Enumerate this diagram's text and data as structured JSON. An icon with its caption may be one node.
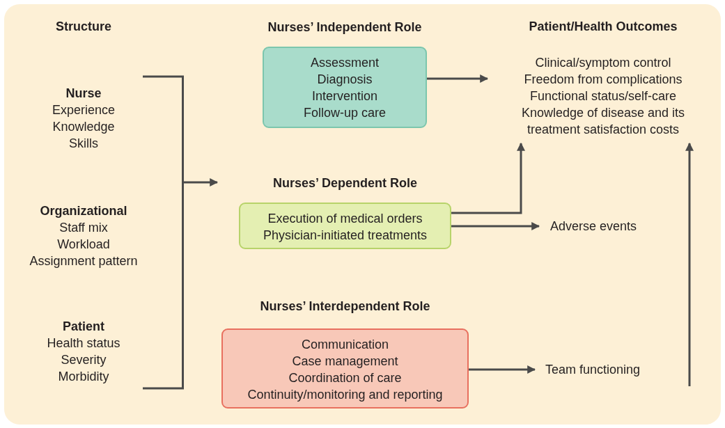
{
  "diagram": {
    "nodes": [
      {
        "text": [
          "Structure"
        ]
      },
      {
        "text": [
          "Nurse",
          "Experience",
          "Knowledge",
          "Skills"
        ],
        "in": 0
      },
      {
        "text": [
          "Organizational",
          "Staff mix",
          "Workload",
          "Assignment pattern"
        ],
        "in": 0
      },
      {
        "text": [
          "Patient",
          "Health status",
          "Severity",
          "Morbidity"
        ],
        "in": 0
      },
      {
        "text": [
          "Nurses’ Independent Role",
          "Assessment",
          "Diagnosis",
          "Intervention",
          "Follow-up care"
        ]
      },
      {
        "text": [
          "Nurses’ Dependent Role",
          "Execution of medical orders",
          "Physician-initiated treatments"
        ]
      },
      {
        "text": [
          "Nurses’ Interdependent Role",
          "Communication",
          "Case management",
          "Coordination of care",
          "Continuity/monitoring and reporting"
        ]
      },
      {
        "text": [
          "Patient/Health Outcomes",
          "Clinical/symptom control",
          "Freedom from complications",
          "Functional status/self-care",
          "Knowledge of disease and its treatment satisfaction costs"
        ]
      },
      {
        "text": [
          "Adverse events"
        ]
      },
      {
        "text": [
          "Team functioning"
        ]
      }
    ],
    "edges": [
      {
        "from": 0,
        "to": null,
        "arrow": "to"
      },
      {
        "from": 4,
        "to": 7,
        "arrow": "to"
      },
      {
        "from": 5,
        "to": 7,
        "arrow": "to"
      },
      {
        "from": 5,
        "to": 8,
        "arrow": "to"
      },
      {
        "from": 6,
        "to": 9,
        "arrow": "to"
      },
      {
        "from": 9,
        "to": 7,
        "arrow": "to"
      }
    ]
  }
}
